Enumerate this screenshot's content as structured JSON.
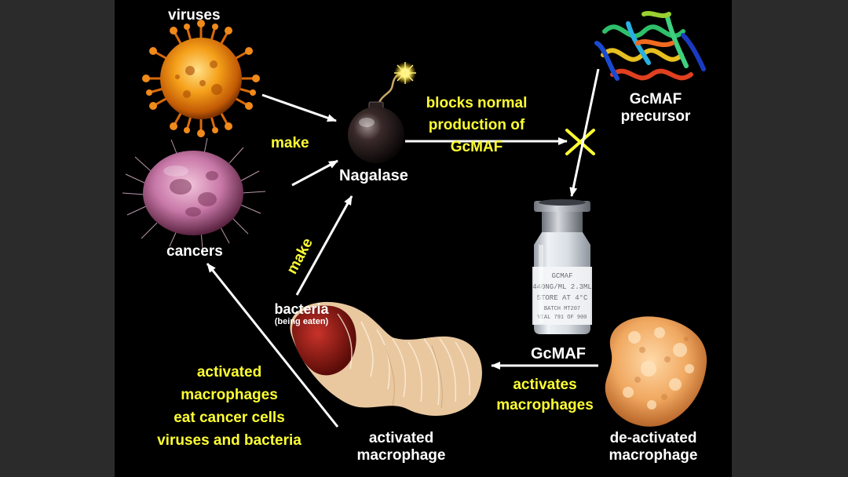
{
  "colors": {
    "background_outer": "#2b2b2b",
    "background_slide": "#000000",
    "label_white": "#ffffff",
    "label_yellow": "#ffff33",
    "arrow": "#ffffff",
    "block_mark": "#ffff33"
  },
  "icons": {
    "virus": "virus-illustration",
    "cancer_cell": "cancer-cell-illustration",
    "bomb": "bomb-icon",
    "protein": "protein-structure-illustration",
    "vial": "vial-illustration",
    "activated_macrophage": "activated-macrophage-illustration",
    "deactivated_macrophage": "deactivated-macrophage-illustration",
    "block_x": "block-x-icon"
  },
  "labels": {
    "viruses": "viruses",
    "cancers": "cancers",
    "make_top": "make",
    "make_bacteria": "make",
    "nagalase": "Nagalase",
    "blocks_line1": "blocks normal",
    "blocks_line2": "production of",
    "blocks_line3": "GcMAF",
    "precursor_line1": "GcMAF",
    "precursor_line2": "precursor",
    "gcmaf": "GcMAF",
    "activates_line1": "activates",
    "activates_line2": "macrophages",
    "bacteria": "bacteria",
    "being_eaten": "(being eaten)",
    "activated_line1": "activated",
    "activated_line2": "macrophage",
    "deactivated_line1": "de-activated",
    "deactivated_line2": "macrophage",
    "eat_line1": "activated",
    "eat_line2": "macrophages",
    "eat_line3": "eat cancer cells",
    "eat_line4": "viruses and bacteria"
  },
  "vial_label": {
    "line1": "GCMAF",
    "line2": "440NG/ML 2.3ML",
    "line3": "STORE AT 4°C",
    "line4": "BATCH MT207",
    "line5": "VIAL 791 OF 900"
  }
}
